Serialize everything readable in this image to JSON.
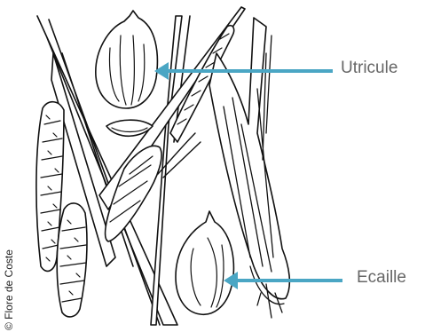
{
  "labels": {
    "utricule": "Utricule",
    "ecaille": "Ecaille"
  },
  "credit": "© Flore de Coste",
  "colors": {
    "arrow": "#4aa6c4",
    "label_text": "#666666",
    "ink": "#111111"
  }
}
